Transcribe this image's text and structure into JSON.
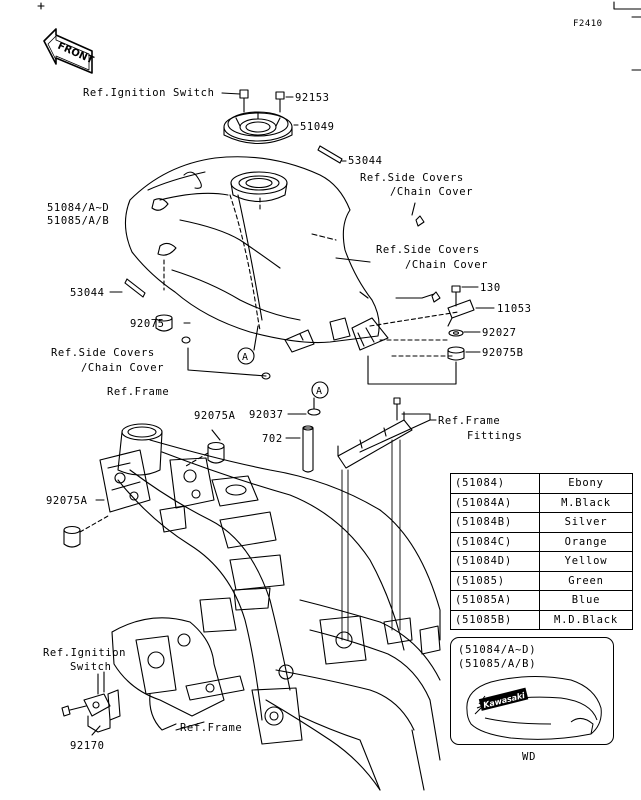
{
  "page_code": "F2410",
  "front_label": "FRONT",
  "callout_letter": "A",
  "labels": {
    "ref_ignition_switch_top": "Ref.Ignition Switch",
    "p92153": "92153",
    "p51049": "51049",
    "p53044_top": "53044",
    "ref_side_covers_1a": "Ref.Side Covers",
    "ref_side_covers_1b": "/Chain Cover",
    "p51084": "51084/A~D",
    "p51085": "51085/A/B",
    "ref_side_covers_2a": "Ref.Side Covers",
    "ref_side_covers_2b": "/Chain Cover",
    "p53044_left": "53044",
    "p130": "130",
    "p11053": "11053",
    "p92075": "92075",
    "p92027": "92027",
    "ref_side_covers_3a": "Ref.Side Covers",
    "ref_side_covers_3b": "/Chain Cover",
    "p92075b": "92075B",
    "ref_frame_top": "Ref.Frame",
    "p92075a_top": "92075A",
    "p92037": "92037",
    "p702": "702",
    "ref_frame_fittings_a": "Ref.Frame",
    "ref_frame_fittings_b": "Fittings",
    "p92075a_left": "92075A",
    "ref_ignition_switch_bottom_a": "Ref.Ignition",
    "ref_ignition_switch_bottom_b": "Switch",
    "ref_frame_bottom": "Ref.Frame",
    "p92170": "92170"
  },
  "color_table": [
    {
      "code": "(51084)",
      "color": "Ebony"
    },
    {
      "code": "(51084A)",
      "color": "M.Black"
    },
    {
      "code": "(51084B)",
      "color": "Silver"
    },
    {
      "code": "(51084C)",
      "color": "Orange"
    },
    {
      "code": "(51084D)",
      "color": "Yellow"
    },
    {
      "code": "(51085)",
      "color": "Green"
    },
    {
      "code": "(51085A)",
      "color": "Blue"
    },
    {
      "code": "(51085B)",
      "color": "M.D.Black"
    }
  ],
  "wd_box": {
    "line1": "(51084/A~D)",
    "line2": "(51085/A/B)",
    "tank_brand": "Kawasaki",
    "caption": "WD"
  }
}
